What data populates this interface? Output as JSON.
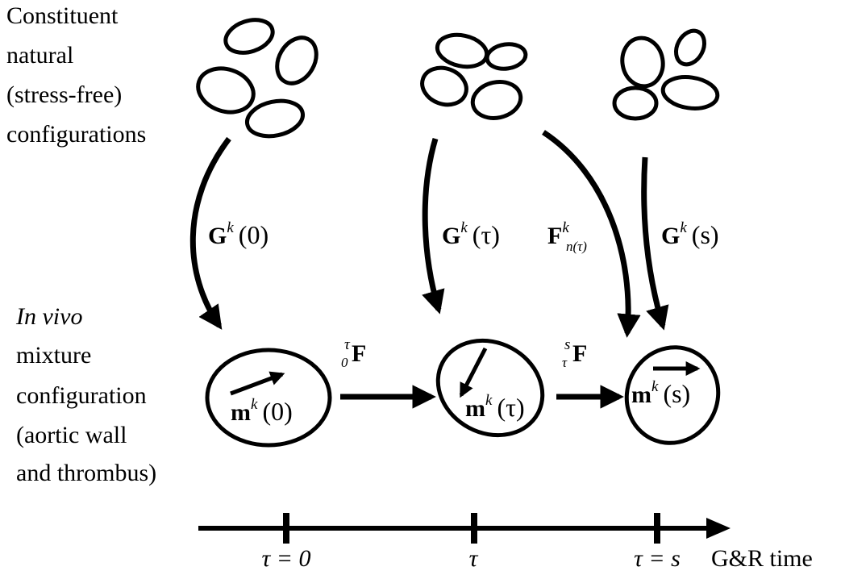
{
  "left_labels": {
    "constituent": [
      "Constituent",
      "natural",
      "(stress-free)",
      "configurations"
    ],
    "in_vivo_italic": "In vivo",
    "mixture": [
      "mixture",
      "configuration",
      "(aortic wall",
      "and thrombus)"
    ]
  },
  "maps": {
    "G0": {
      "base": "G",
      "sup": "k",
      "arg": "(0)"
    },
    "Gtau": {
      "base": "G",
      "sup": "k",
      "arg": "(τ)"
    },
    "Fn": {
      "base": "F",
      "sup": "k",
      "sub": "n(τ)"
    },
    "Gs": {
      "base": "G",
      "sup": "k",
      "arg": "(s)"
    }
  },
  "transitions": {
    "F0tau": {
      "pre_sup": "τ",
      "pre_sub": "0",
      "base": "F"
    },
    "Ftaus": {
      "pre_sup": "s",
      "pre_sub": "τ",
      "base": "F"
    }
  },
  "mixture_vectors": {
    "m0": {
      "base": "m",
      "sup": "k",
      "arg": "(0)"
    },
    "mtau": {
      "base": "m",
      "sup": "k",
      "arg": "(τ)"
    },
    "ms": {
      "base": "m",
      "sup": "k",
      "arg": "(s)"
    }
  },
  "timeline": {
    "ticks": [
      "τ = 0",
      "τ",
      "τ = s"
    ],
    "axis_label": "G&R time"
  }
}
